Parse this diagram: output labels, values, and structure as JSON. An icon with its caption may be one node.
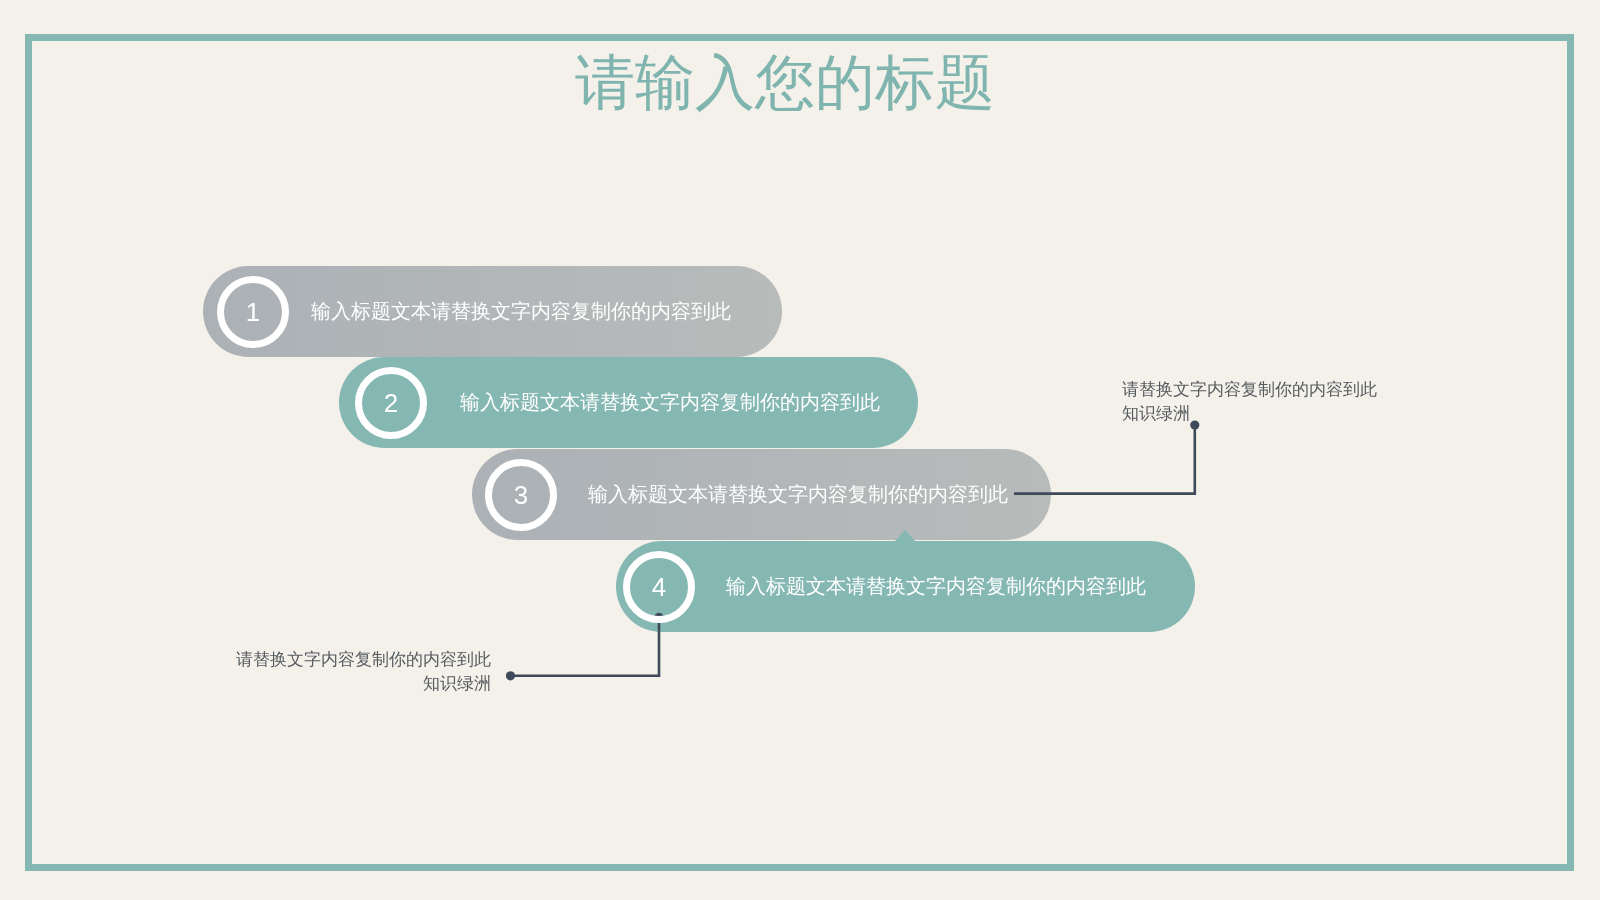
{
  "diagram": {
    "title": "请输入您的标题",
    "nodes": [
      {
        "text": [
          "输入标题文本请替换文字内容复制你的内容到此"
        ]
      },
      {
        "text": [
          "1"
        ],
        "in": 0
      },
      {
        "text": [
          "输入标题文本请替换文字内容复制你的内容到此"
        ]
      },
      {
        "text": [
          "2"
        ],
        "in": 2
      },
      {
        "text": [
          "请替换文字内容复制你的内容到此",
          "知识绿洲"
        ]
      },
      {
        "text": [
          "输入标题文本请替换文字内容复制你的内容到此"
        ]
      },
      {
        "text": [
          "3"
        ],
        "in": 5
      },
      {
        "text": [
          "输入标题文本请替换文字内容复制你的内容到此"
        ]
      },
      {
        "text": [
          "4"
        ],
        "in": 7
      },
      {
        "text": [
          "请替换文字内容复制你的内容到此",
          "知识绿洲"
        ]
      }
    ],
    "edges": [
      {
        "from": 4,
        "to": 5,
        "arrow": "other"
      },
      {
        "from": 9,
        "to": 8,
        "arrow": "other"
      }
    ]
  }
}
